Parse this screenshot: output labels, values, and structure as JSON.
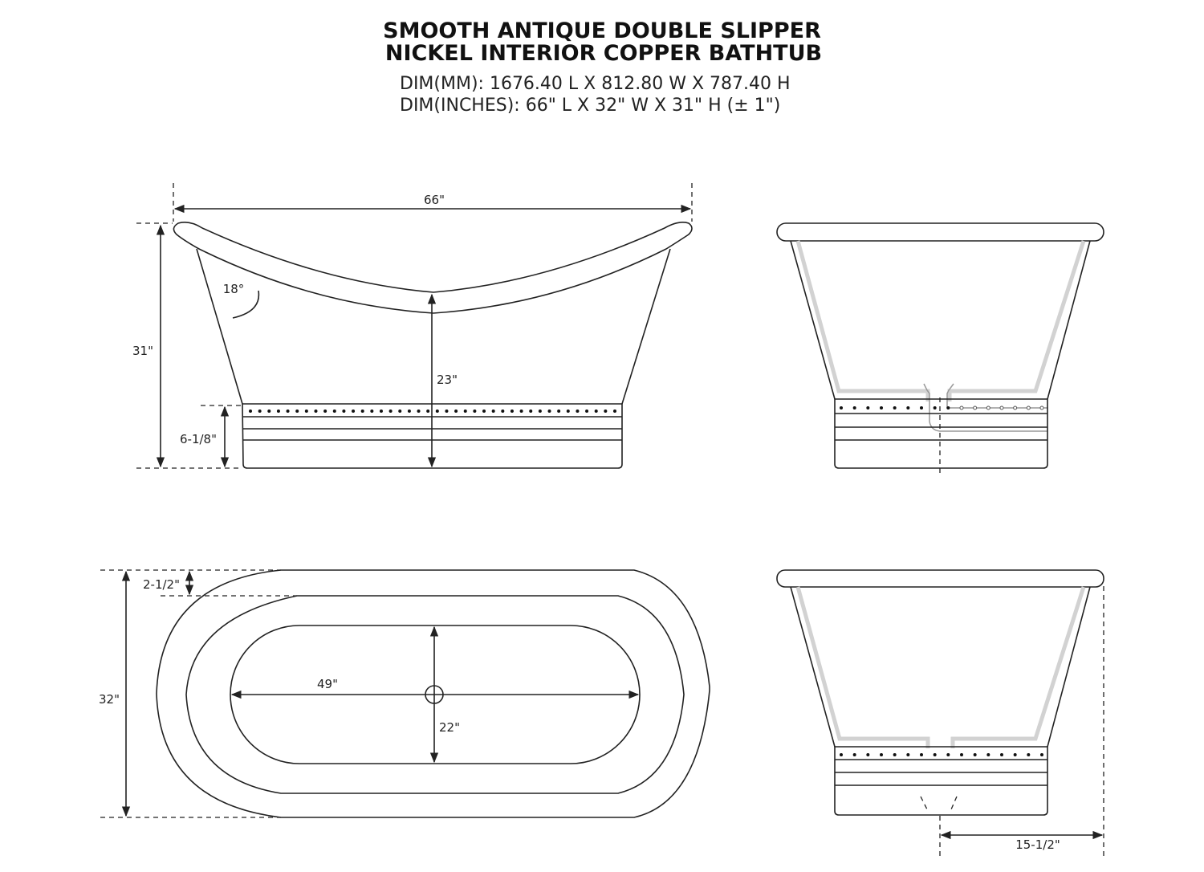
{
  "title": {
    "line1": "SMOOTH ANTIQUE DOUBLE SLIPPER",
    "line2": "NICKEL INTERIOR COPPER BATHTUB",
    "dim_mm": "DIM(MM): 1676.40 L X 812.80 W X 787.40 H",
    "dim_in": "DIM(INCHES): 66\" L X 32\" W X 31\" H (± 1\")"
  },
  "side_view": {
    "length": "66\"",
    "height": "31\"",
    "base_height": "6-1/8\"",
    "interior_depth": "23\"",
    "angle": "18°"
  },
  "top_view": {
    "width": "32\"",
    "rim_offset": "2-1/2\"",
    "interior_length": "49\"",
    "interior_width": "22\""
  },
  "end_view": {
    "drain_offset": "15-1/2\""
  }
}
